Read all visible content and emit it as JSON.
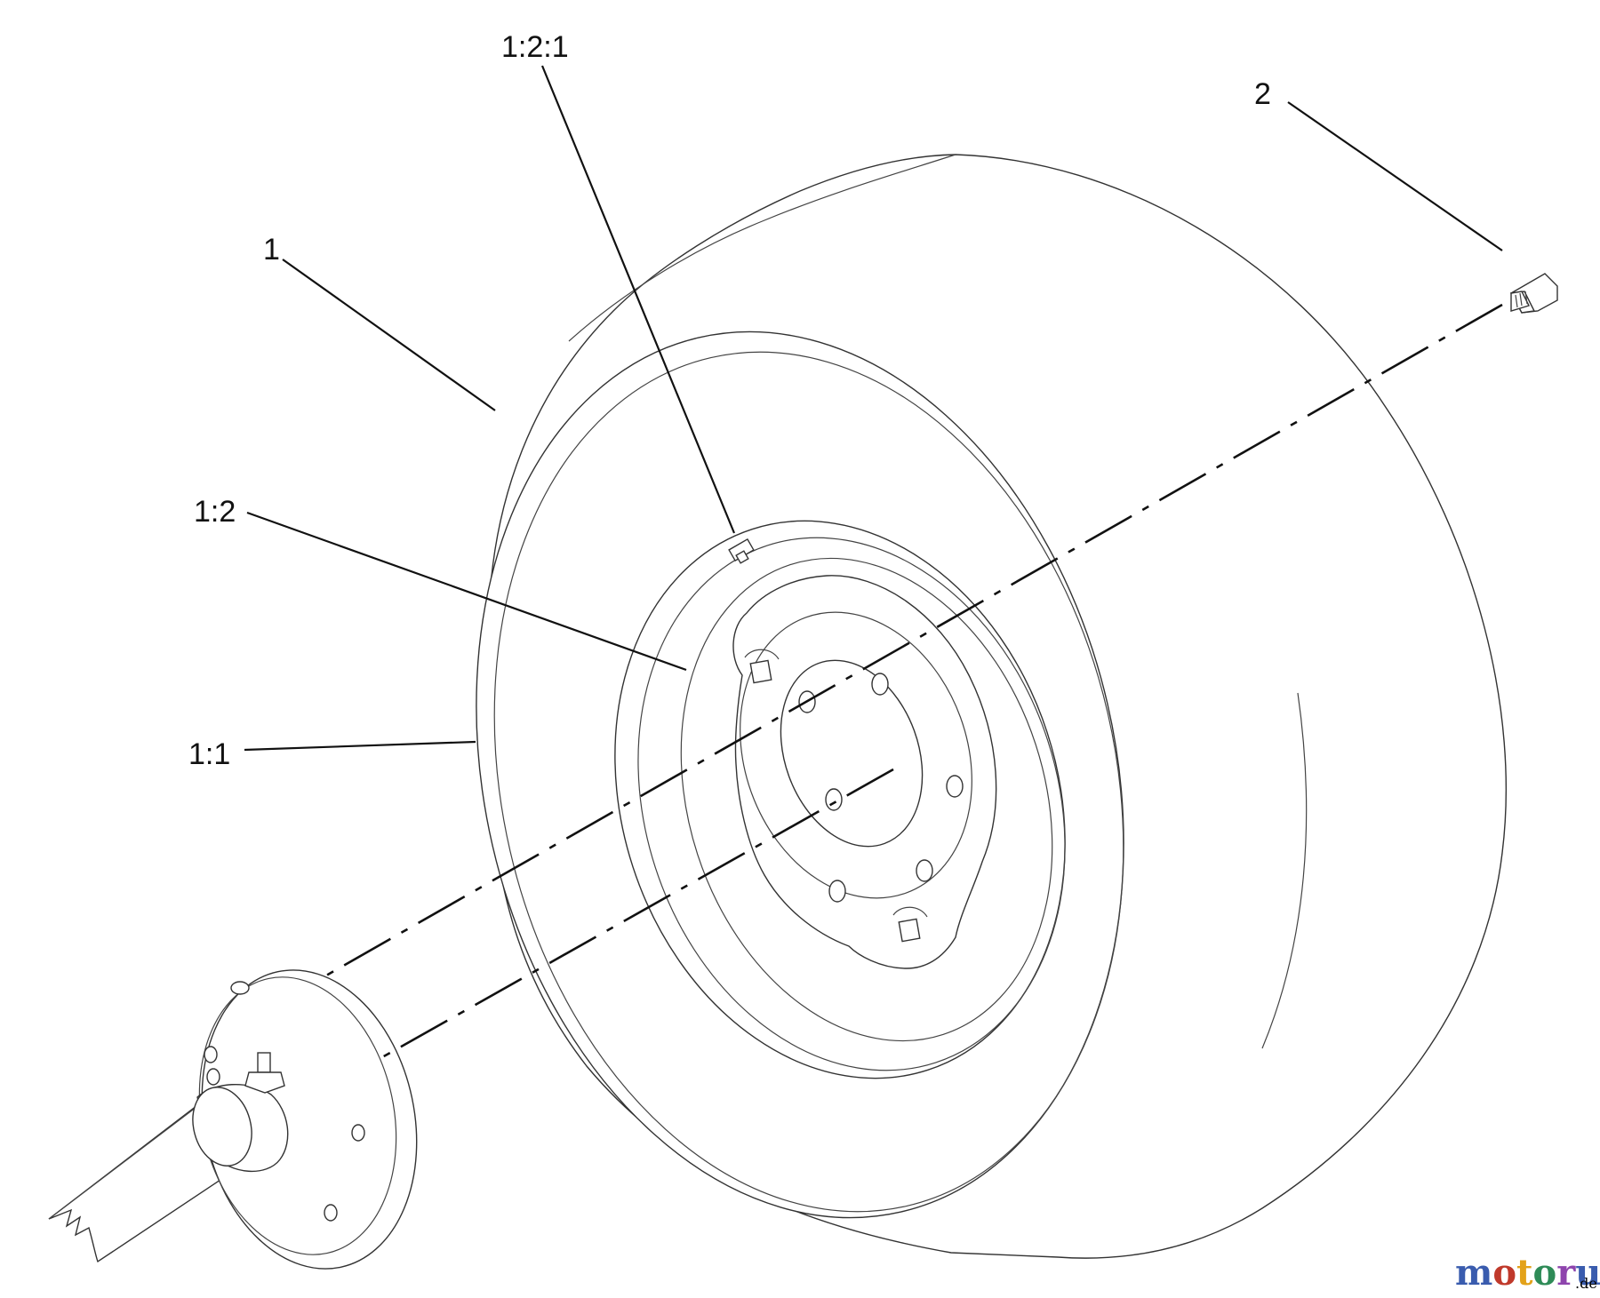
{
  "callouts": {
    "c1": "1",
    "c2": "2",
    "c11": "1:1",
    "c12": "1:2",
    "c121": "1:2:1"
  },
  "watermark": {
    "name": "motoruf",
    "tld": ".de",
    "colors": [
      "#3a5cae",
      "#c0392b",
      "#e3a21a",
      "#2e8b57",
      "#8e44ad"
    ]
  }
}
